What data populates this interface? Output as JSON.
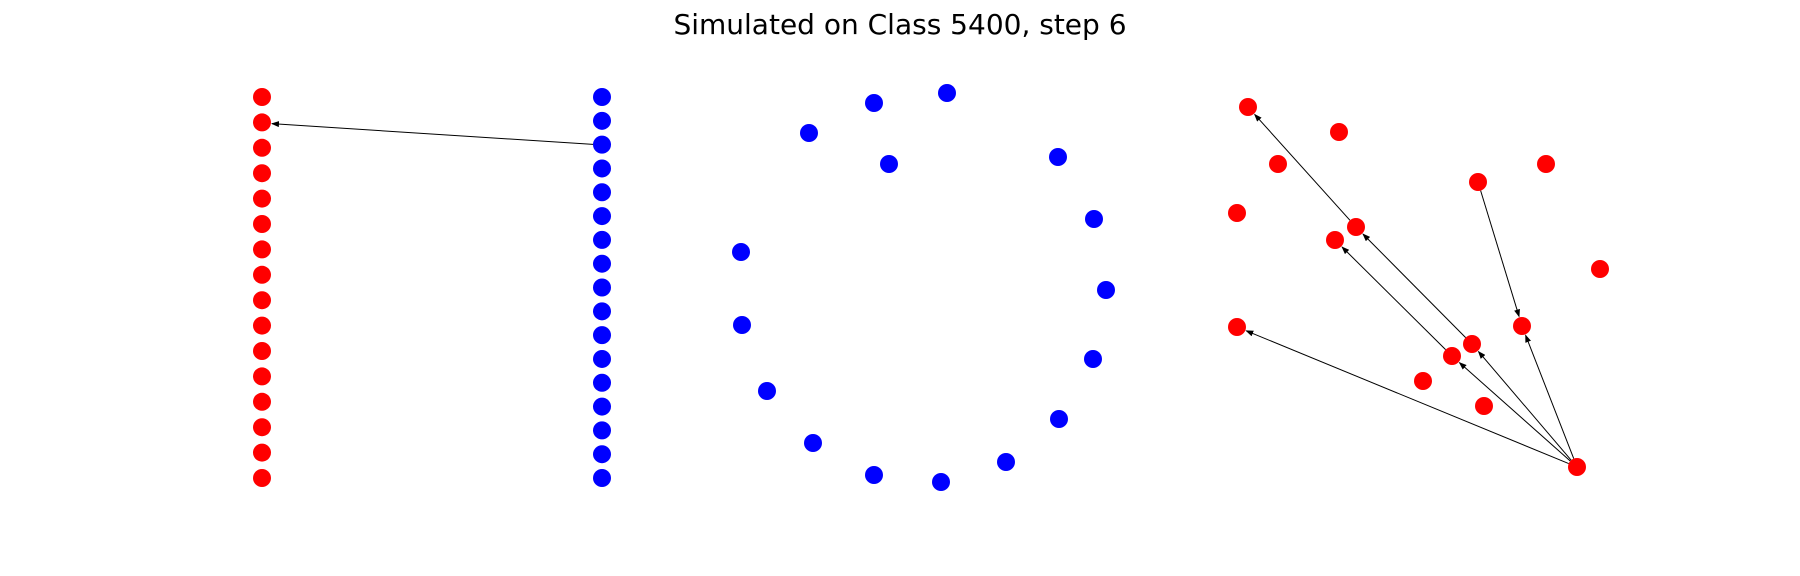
{
  "title": "Simulated on Class 5400, step 6",
  "colors": {
    "red": "#ff0000",
    "blue": "#0000ff",
    "edge": "#000000"
  },
  "graphs": [
    {
      "name": "left-column",
      "color": "red",
      "nodes": [
        [
          0,
          16
        ],
        [
          0,
          15
        ],
        [
          0,
          14
        ],
        [
          0,
          13
        ],
        [
          0,
          12
        ],
        [
          0,
          11
        ],
        [
          0,
          10
        ],
        [
          0,
          9
        ],
        [
          0,
          8
        ],
        [
          0,
          7
        ],
        [
          0,
          6
        ],
        [
          0,
          5
        ],
        [
          0,
          4
        ],
        [
          0,
          3
        ],
        [
          0,
          2
        ],
        [
          0,
          1
        ]
      ],
      "edges": []
    },
    {
      "name": "middle-column",
      "color": "blue",
      "nodes": [
        [
          0,
          17
        ],
        [
          0,
          16
        ],
        [
          0,
          15
        ],
        [
          0,
          14
        ],
        [
          0,
          13
        ],
        [
          0,
          12
        ],
        [
          0,
          11
        ],
        [
          0,
          10
        ],
        [
          0,
          9
        ],
        [
          0,
          8
        ],
        [
          0,
          7
        ],
        [
          0,
          6
        ],
        [
          0,
          5
        ],
        [
          0,
          4
        ],
        [
          0,
          3
        ],
        [
          0,
          2
        ],
        [
          0,
          1
        ]
      ],
      "edges": []
    },
    {
      "name": "ring",
      "color": "blue",
      "nodes": [],
      "edges": []
    },
    {
      "name": "right-graph",
      "color": "red",
      "nodes": [],
      "edges": []
    }
  ],
  "cross_edges": []
}
